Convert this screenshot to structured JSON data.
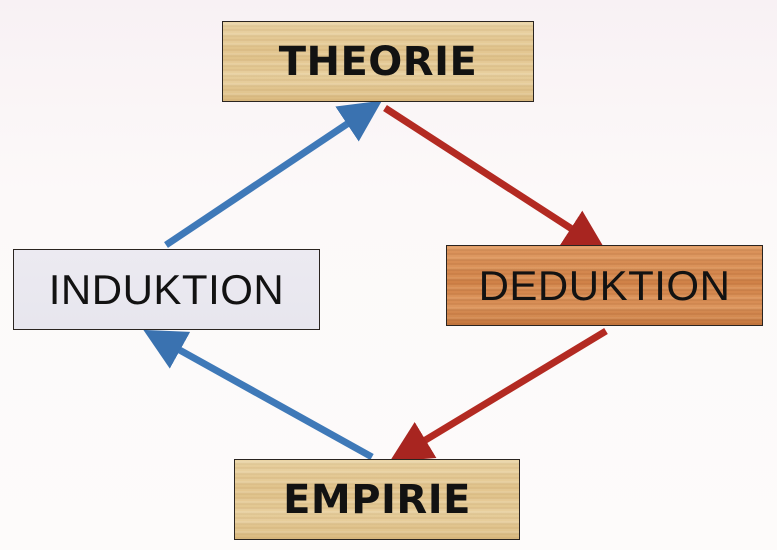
{
  "diagram": {
    "nodes": [
      {
        "id": "theorie",
        "label": "THEORIE"
      },
      {
        "id": "deduktion",
        "label": "DEDUKTION"
      },
      {
        "id": "empirie",
        "label": "EMPIRIE"
      },
      {
        "id": "induktion",
        "label": "INDUKTION"
      }
    ],
    "edges": [
      {
        "from": "theorie",
        "to": "deduktion",
        "color": "#b32a22"
      },
      {
        "from": "deduktion",
        "to": "empirie",
        "color": "#b32a22"
      },
      {
        "from": "empirie",
        "to": "induktion",
        "color": "#3f79b8"
      },
      {
        "from": "induktion",
        "to": "theorie",
        "color": "#3f79b8"
      }
    ]
  },
  "colors": {
    "deductive_arrow": "#b32a22",
    "inductive_arrow": "#3f79b8",
    "wood_light": "#e2c48b",
    "wood_dark": "#d4854a",
    "induktion_fill": "#e7e6ee",
    "text": "#121212"
  }
}
